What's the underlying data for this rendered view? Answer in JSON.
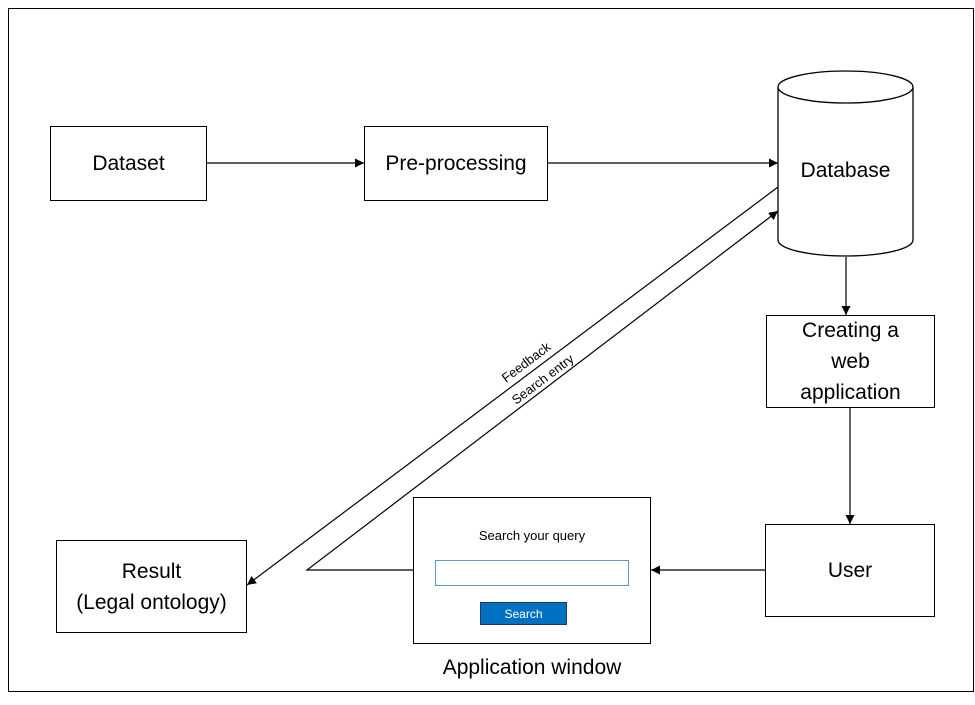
{
  "nodes": {
    "dataset": "Dataset",
    "preprocessing": "Pre-processing",
    "database": "Database",
    "web_app": [
      "Creating a",
      "web",
      "application"
    ],
    "user": "User",
    "result": [
      "Result",
      "(Legal ontology)"
    ]
  },
  "app_window": {
    "prompt": "Search your query",
    "input_value": "",
    "button_label": "Search",
    "caption": "Application window"
  },
  "edge_labels": {
    "feedback": "Feedback",
    "search_entry": "Search entry"
  },
  "colors": {
    "button_fill": "#0070c0",
    "input_border": "#5b9bd5"
  }
}
